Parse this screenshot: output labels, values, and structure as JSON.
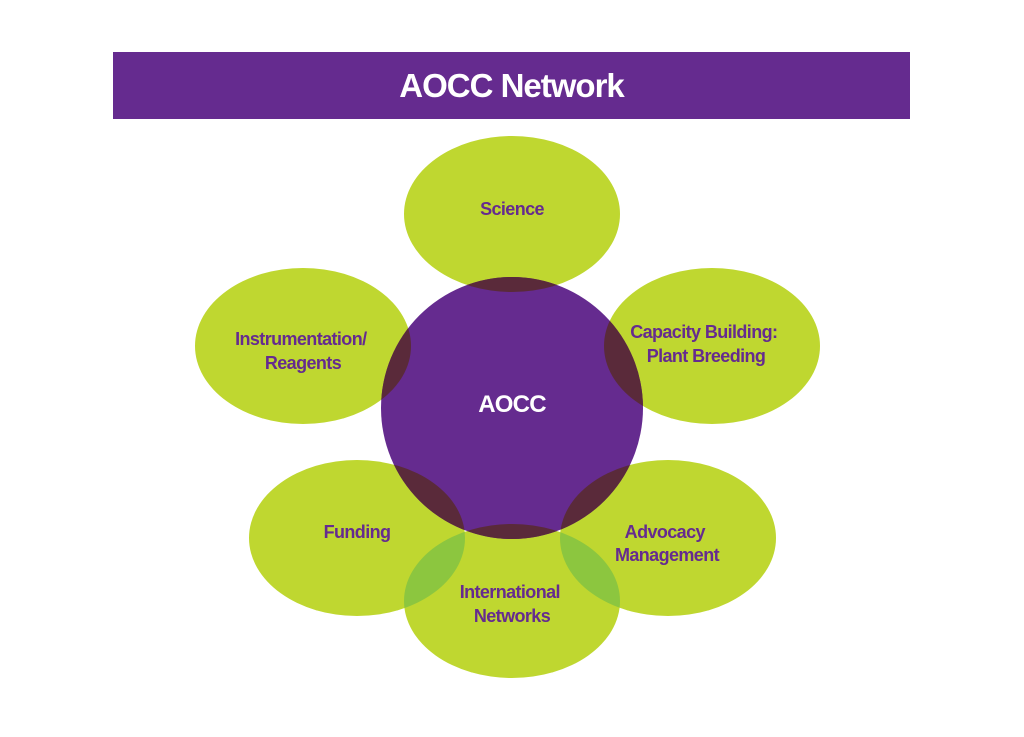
{
  "title": "AOCC Network",
  "center": {
    "label": "AOCC",
    "color": "#652b8f",
    "text_color": "#ffffff"
  },
  "petals": [
    {
      "id": "science",
      "lines": [
        "Science"
      ]
    },
    {
      "id": "capacity-building",
      "lines": [
        "Capacity Building:",
        "Plant Breeding"
      ]
    },
    {
      "id": "advocacy-management",
      "lines": [
        "Advocacy",
        "Management"
      ]
    },
    {
      "id": "international-networks",
      "lines": [
        "International",
        "Networks"
      ]
    },
    {
      "id": "funding",
      "lines": [
        "Funding"
      ]
    },
    {
      "id": "instrumentation-reagents",
      "lines": [
        "Instrumentation/",
        "Reagents"
      ]
    }
  ],
  "colors": {
    "banner": "#652b8f",
    "petal": "#bfd730",
    "petal_text": "#652b8f",
    "petal_overlap": "#8cc63f",
    "center_overlap": "#5a2a3a"
  }
}
